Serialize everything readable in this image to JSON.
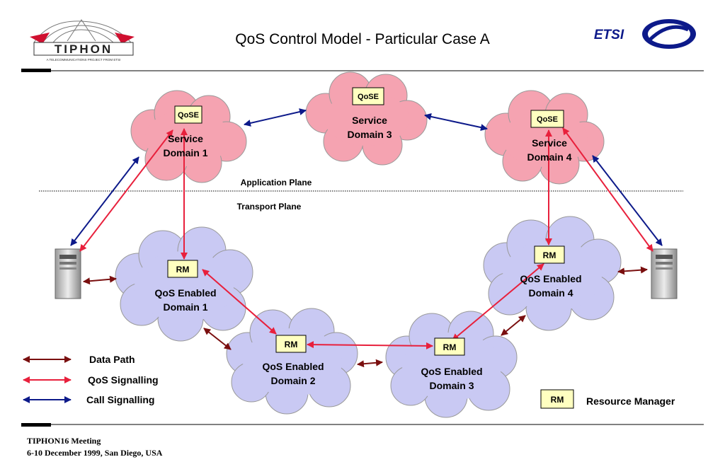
{
  "title": "QoS Control Model - Particular Case A",
  "logos": {
    "left": "TIPHON",
    "left_tagline": "A TELECOMMUNICATIONS PROJECT FROM ETSI",
    "right": "ETSI"
  },
  "planes": {
    "application": "Application Plane",
    "transport": "Transport Plane"
  },
  "service_domains": [
    {
      "line1": "Service",
      "line2": "Domain 1",
      "box": "QoSE"
    },
    {
      "line1": "Service",
      "line2": "Domain 3",
      "box": "QoSE"
    },
    {
      "line1": "Service",
      "line2": "Domain 4",
      "box": "QoSE"
    }
  ],
  "qos_domains": [
    {
      "line1": "QoS Enabled",
      "line2": "Domain 1",
      "box": "RM"
    },
    {
      "line1": "QoS Enabled",
      "line2": "Domain 2",
      "box": "RM"
    },
    {
      "line1": "QoS Enabled",
      "line2": "Domain 3",
      "box": "RM"
    },
    {
      "line1": "QoS Enabled",
      "line2": "Domain 4",
      "box": "RM"
    }
  ],
  "legend": [
    {
      "label": "Data Path",
      "color": "#7a0f0f"
    },
    {
      "label": "QoS Signalling",
      "color": "#e8203c"
    },
    {
      "label": "Call Signalling",
      "color": "#0d1a8a"
    }
  ],
  "rm_legend": {
    "box": "RM",
    "label": "Resource Manager"
  },
  "footer": {
    "line1": "TIPHON16 Meeting",
    "line2": "6-10  December 1999,  San Diego, USA"
  },
  "colors": {
    "service_cloud": "#f5a3b1",
    "qos_cloud": "#c9c9f3",
    "box_fill": "#ffffc0"
  }
}
